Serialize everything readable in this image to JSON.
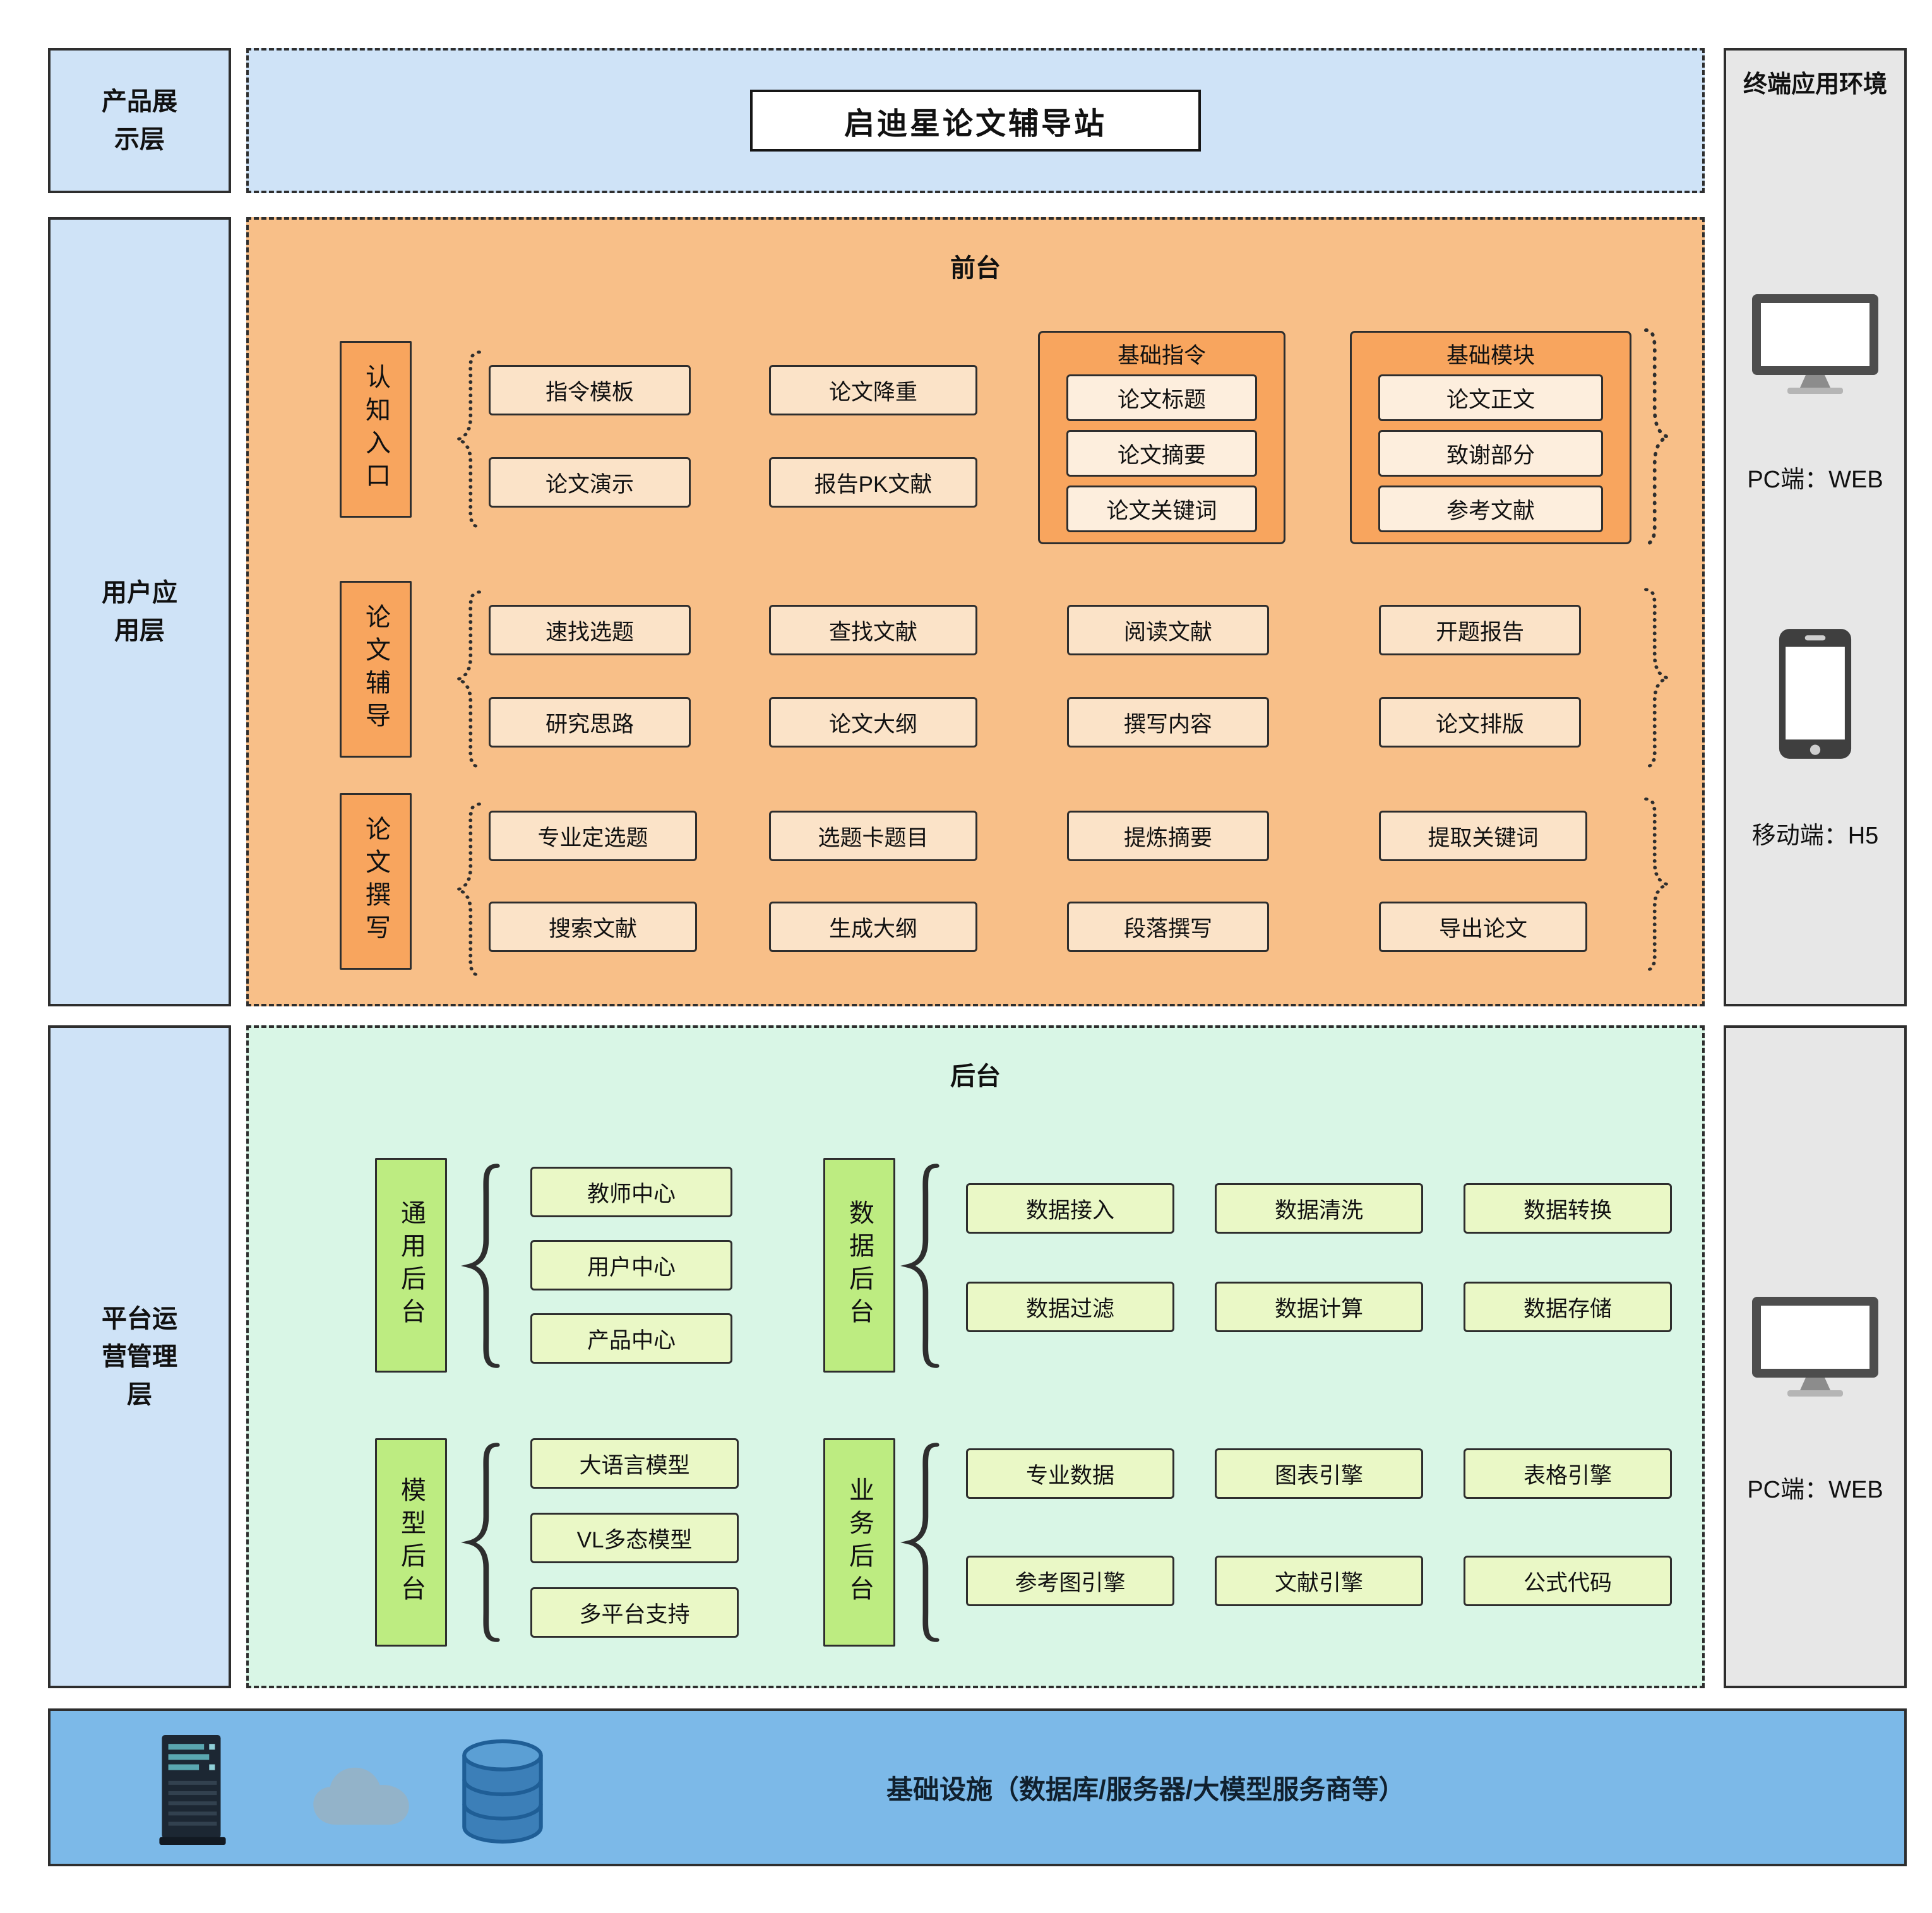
{
  "title": "启迪星论文辅导站",
  "layers": {
    "product": "产品展示层",
    "user": "用户应用层",
    "platform": "平台运营管理层"
  },
  "terminal": {
    "header": "终端应用环境",
    "pc_web": "PC端：WEB",
    "mobile_h5": "移动端：H5",
    "pc_web_bottom": "PC端：WEB"
  },
  "frontend": {
    "label": "前台",
    "rows": [
      {
        "group": "认知入口",
        "items": [
          "指令模板",
          "论文演示",
          "论文降重",
          "报告PK文献"
        ],
        "subgroups": [
          {
            "label": "基础指令",
            "items": [
              "论文标题",
              "论文摘要",
              "论文关键词"
            ]
          },
          {
            "label": "基础模块",
            "items": [
              "论文正文",
              "致谢部分",
              "参考文献"
            ]
          }
        ]
      },
      {
        "group": "论文辅导",
        "items": [
          "速找选题",
          "研究思路",
          "查找文献",
          "论文大纲",
          "阅读文献",
          "撰写内容",
          "开题报告",
          "论文排版"
        ]
      },
      {
        "group": "论文撰写",
        "items": [
          "专业定选题",
          "搜索文献",
          "选题卡题目",
          "生成大纲",
          "提炼摘要",
          "段落撰写",
          "提取关键词",
          "导出论文"
        ]
      }
    ]
  },
  "backend": {
    "label": "后台",
    "groups": [
      {
        "label": "通用后台",
        "items": [
          "教师中心",
          "用户中心",
          "产品中心"
        ]
      },
      {
        "label": "数据后台",
        "items": [
          "数据接入",
          "数据清洗",
          "数据转换",
          "数据过滤",
          "数据计算",
          "数据存储"
        ]
      },
      {
        "label": "模型后台",
        "items": [
          "大语言模型",
          "VL多态模型",
          "多平台支持"
        ]
      },
      {
        "label": "业务后台",
        "items": [
          "专业数据",
          "图表引擎",
          "表格引擎",
          "参考图引擎",
          "文献引擎",
          "公式代码"
        ]
      }
    ]
  },
  "infrastructure": {
    "label": "基础设施（数据库/服务器/大模型服务商等）"
  },
  "icons": {
    "monitor": "monitor-icon",
    "phone": "smartphone-icon",
    "server": "server-icon",
    "cloud": "cloud-icon",
    "database": "database-icon"
  },
  "colors": {
    "layer_blue": "#cfe3f7",
    "frontend_orange": "#f8bf88",
    "frontend_item": "#fbe3c8",
    "frontend_accent": "#f8a55e",
    "frontend_subitem": "#fdeedd",
    "backend_mint": "#d9f6e6",
    "backend_accent": "#bdec81",
    "backend_item": "#eaf8c6",
    "infra_blue": "#7cb9e8",
    "terminal_gray": "#e7e7e7",
    "border_dark": "#2e2e2e"
  }
}
